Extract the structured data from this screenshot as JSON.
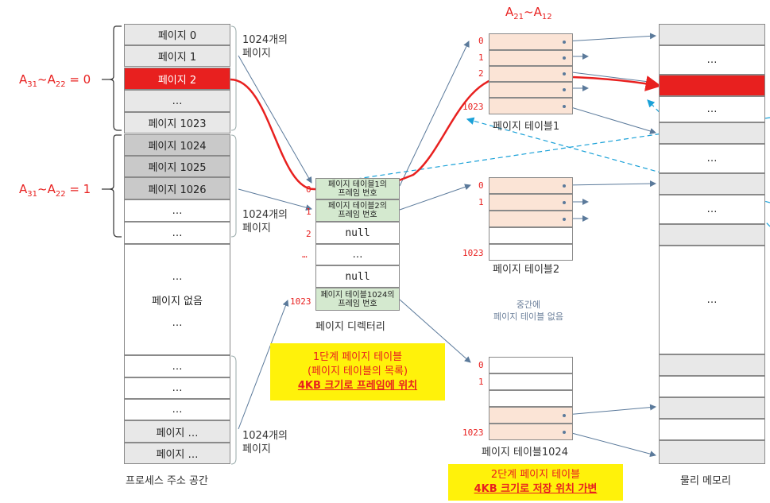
{
  "address_space": {
    "caption": "프로세스 주소 공간",
    "cells": [
      "페이지 0",
      "페이지 1",
      "페이지 2",
      "…",
      "페이지 1023",
      "페이지 1024",
      "페이지 1025",
      "페이지 1026",
      "…",
      "…",
      "…",
      "페이지 없음",
      "…",
      "…",
      "…",
      "…",
      "페이지 …",
      "페이지 …"
    ],
    "group_label_top": "1024개의\n페이지",
    "group_label_mid": "1024개의\n페이지",
    "group_label_bot": "1024개의\n페이지",
    "eq0_prefix": "A",
    "eq0_sub1": "31",
    "eq0_mid": "~A",
    "eq0_sub2": "22",
    "eq0_suffix": " = 0",
    "eq1_suffix": " = 1"
  },
  "directory": {
    "caption": "페이지 디렉터리",
    "cells": [
      "페이지 테이블1의\n프레임 번호",
      "페이지 테이블2의\n프레임 번호",
      "null",
      "…",
      "null",
      "페이지 테이블1024의\n프레임 번호"
    ],
    "indices": [
      "0",
      "1",
      "2",
      "…",
      "1023"
    ]
  },
  "page_table1": {
    "caption": "페이지 테이블1",
    "indices": [
      "0",
      "1",
      "2",
      "1023"
    ]
  },
  "page_table2": {
    "caption": "페이지 테이블2",
    "indices": [
      "0",
      "1",
      "1023"
    ]
  },
  "page_table1024": {
    "caption": "페이지 테이블1024",
    "indices": [
      "0",
      "1",
      "1023"
    ]
  },
  "mid_note": "중간에\n페이지 테이블 없음",
  "a21_label": {
    "a": "A",
    "s1": "21",
    "mid": "~A",
    "s2": "12"
  },
  "physical": {
    "caption": "물리 메모리",
    "dots": [
      "…",
      "…",
      "…",
      "…",
      "…"
    ]
  },
  "callout1": {
    "line1": "1단계 페이지 테이블",
    "line2": "(페이지 테이블의 목록)",
    "line3": "4KB 크기로 프레임에 위치"
  },
  "callout2": {
    "line1": "2단계 페이지 테이블",
    "line2": "4KB 크기로 저장 위치 가변"
  },
  "colors": {
    "red": "#e8201f",
    "arrow": "#5b7a9b",
    "dash": "#1aa1d8",
    "yellow": "#fff20a"
  }
}
